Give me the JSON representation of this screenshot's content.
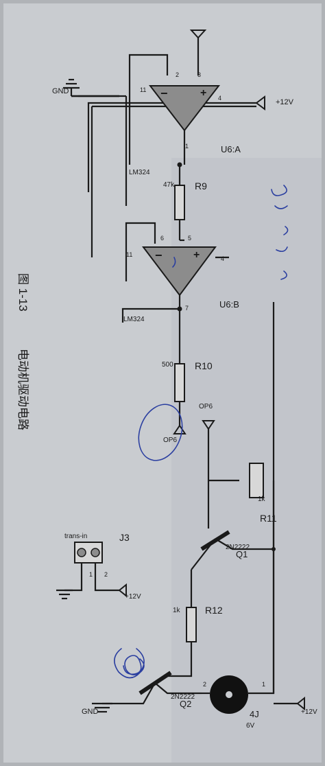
{
  "caption": {
    "figure_number": "图 1-13",
    "title": "电动机驱动电路"
  },
  "components": {
    "u6a": {
      "ref": "U6:A",
      "part": "LM324",
      "pin_plus": "3",
      "pin_minus": "2",
      "pin_out": "1",
      "pin_vcc": "4",
      "pin_gnd": "11",
      "sign_plus": "+",
      "sign_minus": "−"
    },
    "u6b": {
      "ref": "U6:B",
      "part": "LM324",
      "pin_plus": "5",
      "pin_minus": "6",
      "pin_out": "7",
      "pin_vcc": "4",
      "pin_gnd": "11",
      "sign_plus": "+",
      "sign_minus": "−"
    },
    "r9": {
      "ref": "R9",
      "value": "47k"
    },
    "r10": {
      "ref": "R10",
      "value": "500"
    },
    "r11": {
      "ref": "R11",
      "value": "1k"
    },
    "r12": {
      "ref": "R12",
      "value": "1k"
    },
    "q1": {
      "ref": "Q1",
      "part": "2N2222"
    },
    "q2": {
      "ref": "Q2",
      "part": "2N2222"
    },
    "j3": {
      "ref": "J3",
      "name": "trans-in",
      "pin1": "1",
      "pin2": "2"
    },
    "motor": {
      "ref": "4J",
      "value": "6V",
      "pin1": "1",
      "pin2": "2"
    }
  },
  "nets": {
    "vcc_top": "+12V",
    "vcc_j3": "+12V",
    "vcc_motor": "+12V",
    "gnd_top": "GND",
    "gnd_bottom": "GND",
    "op6_out": "OP6",
    "op6_in": "OP6"
  },
  "colors": {
    "paper": "#c9ccd0",
    "ink": "#1a1a1a",
    "opamp_fill": "#8c8c8c",
    "pen_ink": "#2b3fa0"
  }
}
